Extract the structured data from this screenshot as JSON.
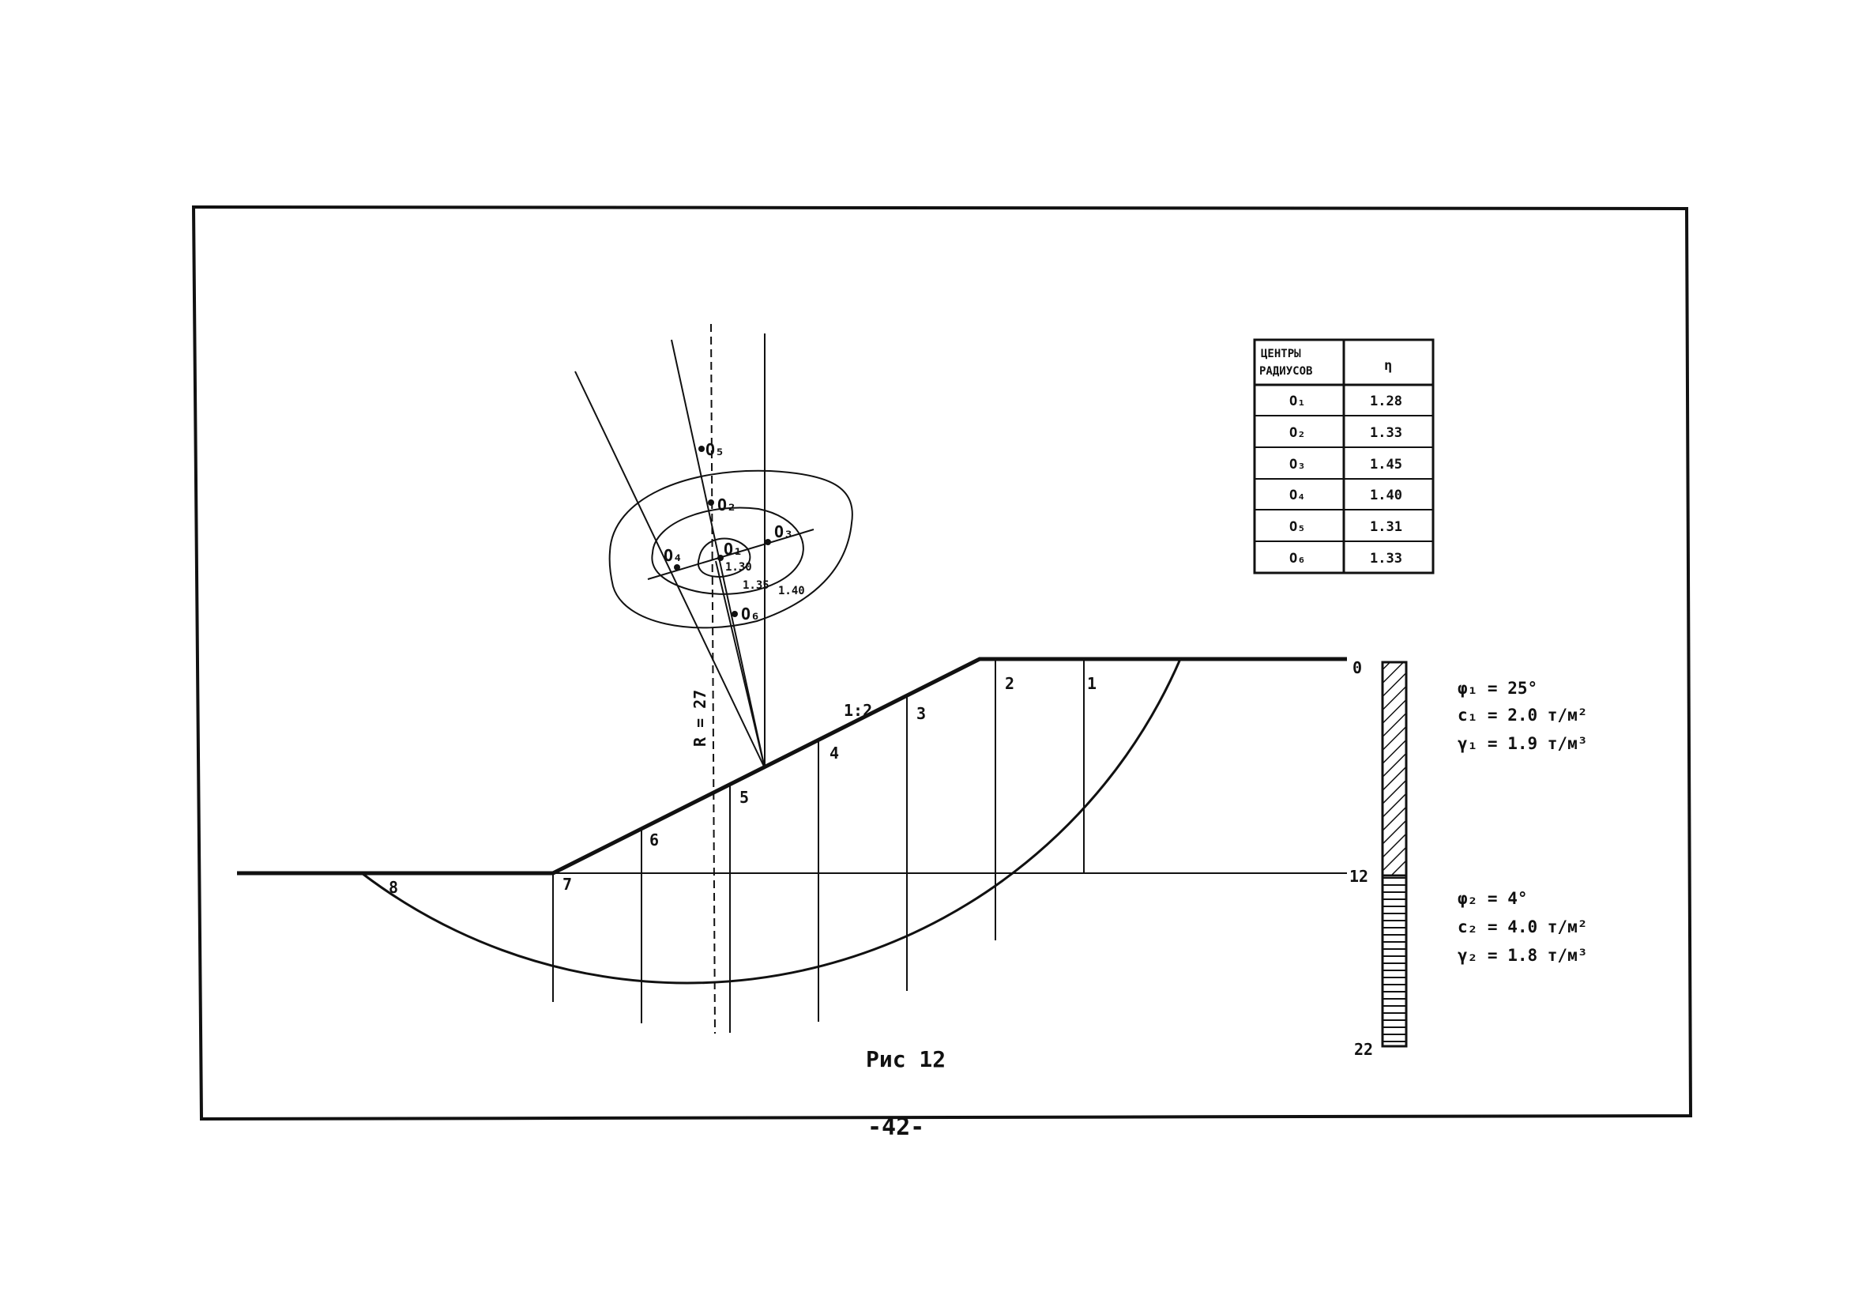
{
  "centers_table": {
    "header_col1": "ЦЕНТРЫ РАДИУСОВ",
    "header_col1_line1": "ЦЕНТРЫ",
    "header_col1_line2": "РАДИУСОВ",
    "header_col2": "η",
    "rows": [
      {
        "center": "O₁",
        "value": "1.28"
      },
      {
        "center": "O₂",
        "value": "1.33"
      },
      {
        "center": "O₃",
        "value": "1.45"
      },
      {
        "center": "O₄",
        "value": "1.40"
      },
      {
        "center": "O₅",
        "value": "1.31"
      },
      {
        "center": "O₆",
        "value": "1.33"
      }
    ]
  },
  "center_points": {
    "o1": "O₁",
    "o2": "O₂",
    "o3": "O₃",
    "o4": "O₄",
    "o5": "O₅",
    "o6": "O₆"
  },
  "contours": {
    "c1": "1.30",
    "c2": "1.35",
    "c3": "1.40"
  },
  "radius_label": "R = 27",
  "slope_label": "1:2",
  "slices": [
    "1",
    "2",
    "3",
    "4",
    "5",
    "6",
    "7",
    "8"
  ],
  "depth_scale": {
    "top": "0",
    "mid": "12",
    "bottom": "22"
  },
  "layer1": {
    "phi": "φ₁ = 25°",
    "c": "c₁ = 2.0 т/м²",
    "gamma": "γ₁ = 1.9 т/м³"
  },
  "layer2": {
    "phi": "φ₂ = 4°",
    "c": "c₂ = 4.0 т/м²",
    "gamma": "γ₂ = 1.8 т/м³"
  },
  "caption": "Рис 12",
  "page_number": "-42-"
}
